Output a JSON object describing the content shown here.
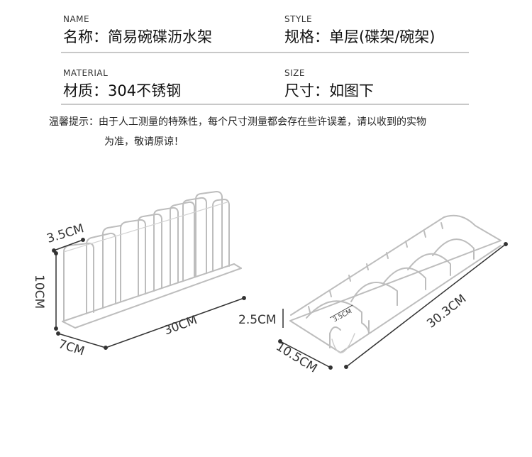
{
  "specs": {
    "name": {
      "en": "NAME",
      "label": "名称：",
      "value": "简易碗碟沥水架"
    },
    "style": {
      "en": "STYLE",
      "label": "规格：",
      "value": "单层(碟架/碗架)"
    },
    "material": {
      "en": "MATERIAL",
      "label": "材质：",
      "value": "304不锈钢"
    },
    "size": {
      "en": "SIZE",
      "label": "尺寸：",
      "value": "如图下"
    }
  },
  "notice": {
    "line1": "温馨提示：由于人工测量的特殊性，每个尺寸测量都会存在些许误差，请以收到的实物",
    "line2": "为准，敬请原谅！"
  },
  "dimensions": {
    "dish_rack": {
      "thickness": "3.5CM",
      "height": "10CM",
      "length": "30CM",
      "width": "7CM"
    },
    "bowl_rack": {
      "height": "2.5CM",
      "inner": "3.5CM",
      "length": "30.3CM",
      "width": "10.5CM"
    }
  },
  "colors": {
    "wire": "#b9b9b9",
    "dimension_line": "#333333",
    "rule": "#c8c8c8"
  }
}
